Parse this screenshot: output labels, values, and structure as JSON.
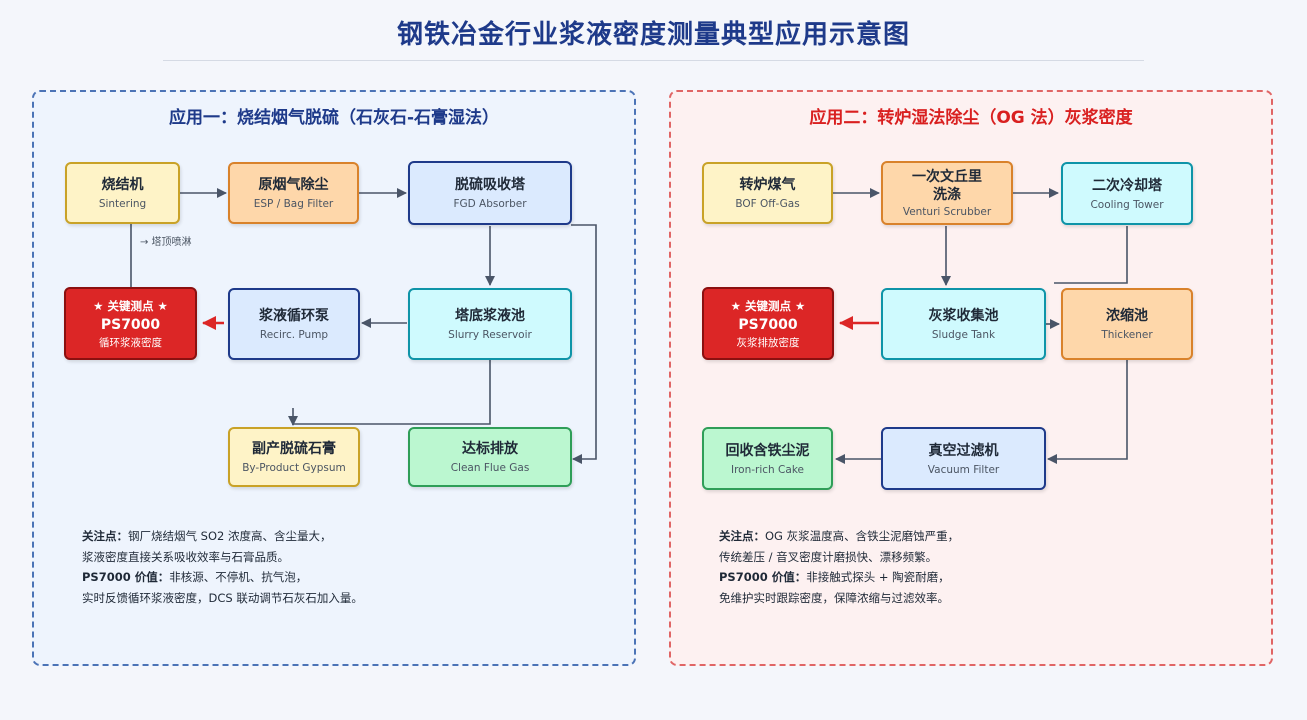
{
  "title": "钢铁冶金行业浆液密度测量典型应用示意图",
  "left": {
    "title": "应用一：烧结烟气脱硫（石灰石-石膏湿法）",
    "nodes": {
      "sinter": {
        "zh": "烧结机",
        "en": "Sintering"
      },
      "esp": {
        "zh": "原烟气除尘",
        "en": "ESP / Bag Filter"
      },
      "fgd": {
        "zh": "脱硫吸收塔",
        "en": "FGD Absorber"
      },
      "ps": {
        "star": "★ 关键测点 ★",
        "zh": "PS7000",
        "en": "循环浆液密度"
      },
      "pump": {
        "zh": "浆液循环泵",
        "en": "Recirc. Pump"
      },
      "reservoir": {
        "zh": "塔底浆液池",
        "en": "Slurry Reservoir"
      },
      "gypsum": {
        "zh": "副产脱硫石膏",
        "en": "By-Product Gypsum"
      },
      "flue": {
        "zh": "达标排放",
        "en": "Clean Flue Gas"
      }
    },
    "spray_note": "→ 塔顶喷淋",
    "notes": {
      "l1_label": "关注点：",
      "l1_text": "钢厂烧结烟气 SO2 浓度高、含尘量大，",
      "l2_text": "浆液密度直接关系吸收效率与石膏品质。",
      "l3_label": "PS7000 价值：",
      "l3_text": "非核源、不停机、抗气泡，",
      "l4_text": "实时反馈循环浆液密度，DCS 联动调节石灰石加入量。"
    }
  },
  "right": {
    "title": "应用二：转炉湿法除尘（OG 法）灰浆密度",
    "nodes": {
      "bof": {
        "zh": "转炉煤气",
        "en": "BOF Off-Gas"
      },
      "venturi": {
        "zh1": "一次文丘里",
        "zh2": "洗涤",
        "en": "Venturi Scrubber"
      },
      "cooling": {
        "zh": "二次冷却塔",
        "en": "Cooling Tower"
      },
      "ps": {
        "star": "★ 关键测点 ★",
        "zh": "PS7000",
        "en": "灰浆排放密度"
      },
      "sludge": {
        "zh": "灰浆收集池",
        "en": "Sludge Tank"
      },
      "thickener": {
        "zh": "浓缩池",
        "en": "Thickener"
      },
      "cake": {
        "zh": "回收含铁尘泥",
        "en": "Iron-rich Cake"
      },
      "vacuum": {
        "zh": "真空过滤机",
        "en": "Vacuum Filter"
      }
    },
    "notes": {
      "l1_label": "关注点：",
      "l1_text": "OG 灰浆温度高、含铁尘泥磨蚀严重，",
      "l2_text": "传统差压 / 音叉密度计磨损快、漂移频繁。",
      "l3_label": "PS7000 价值：",
      "l3_text": "非接触式探头 + 陶瓷耐磨，",
      "l4_text": "免维护实时跟踪密度，保障浓缩与过滤效率。"
    }
  },
  "colors": {
    "navy": "#1e3a8a",
    "accent_red": "#dc2626",
    "arrow": "#4a5568"
  }
}
